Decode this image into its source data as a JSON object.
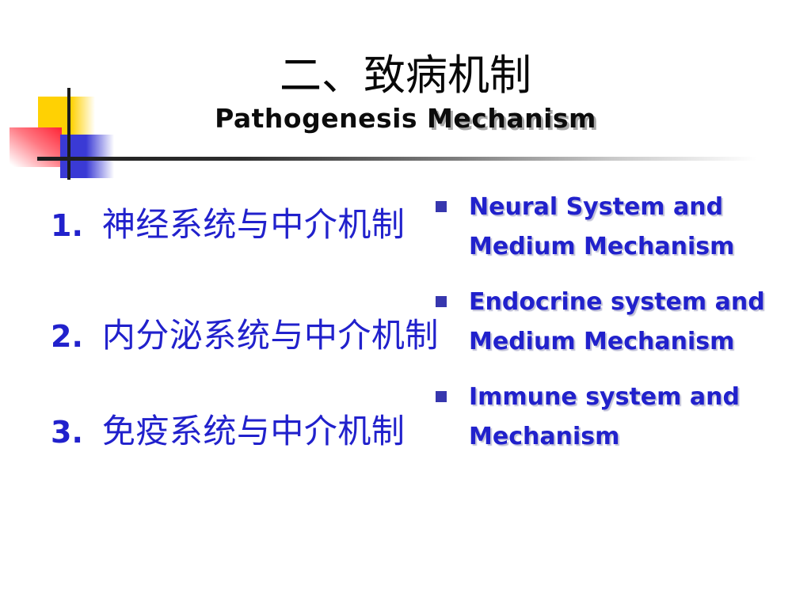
{
  "slide": {
    "title": "二、致病机制",
    "subtitle": {
      "word_plain": "Pathogenesis",
      "word_shadowed": "Mechanism"
    },
    "left_items": [
      {
        "num": "1.",
        "label": "神经系统与中介机制"
      },
      {
        "num": "2.",
        "label": "内分泌系统与中介机制"
      },
      {
        "num": "3.",
        "label": "免疫系统与中介机制"
      }
    ],
    "right_items": [
      {
        "line1": "Neural System and",
        "line2": "Medium Mechanism"
      },
      {
        "line1": "Endocrine system and",
        "line2": "Medium Mechanism"
      },
      {
        "line1": "Immune system and",
        "line2": "Mechanism"
      }
    ]
  },
  "colors": {
    "accent_blue": "#2121CC",
    "bullet_blue": "#3737AE",
    "deco_yellow": "#FFD103",
    "deco_red": "#FF2B3C",
    "deco_blue": "#3A3AD5",
    "line_dark": "#1C1C1C",
    "shadow_gray": "#A8A8A8",
    "background": "#FFFFFF"
  }
}
